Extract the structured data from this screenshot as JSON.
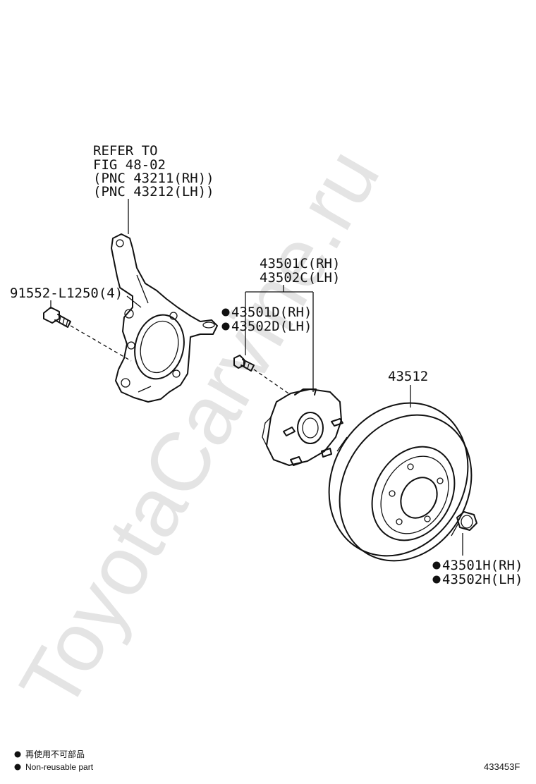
{
  "watermark": "ToyotaCarvine.ru",
  "labels": {
    "refer_line1": "REFER TO",
    "refer_line2": "FIG 48-02",
    "refer_line3": "(PNC 43211(RH))",
    "refer_line4": "(PNC 43212(LH))",
    "bolt": "91552-L1250(4)",
    "hub_rh": "43501C(RH)",
    "hub_lh": "43502C(LH)",
    "stud_rh": "43501D(RH)",
    "stud_lh": "43502D(LH)",
    "rotor": "43512",
    "nut_rh": "43501H(RH)",
    "nut_lh": "43502H(LH)"
  },
  "legend": {
    "line1": "再使用不可部品",
    "line2": "Non-reusable part"
  },
  "figure_code": "433453F"
}
